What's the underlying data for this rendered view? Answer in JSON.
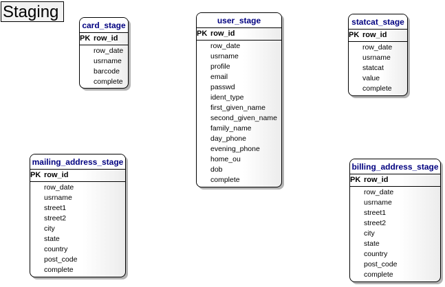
{
  "title": "Staging",
  "pk_label": "PK",
  "entities": [
    {
      "id": "card_stage",
      "name": "card_stage",
      "primary_key": "row_id",
      "fields": [
        "row_date",
        "usrname",
        "barcode",
        "complete"
      ]
    },
    {
      "id": "user_stage",
      "name": "user_stage",
      "primary_key": "row_id",
      "fields": [
        "row_date",
        "usrname",
        "profile",
        "email",
        "passwd",
        "ident_type",
        "first_given_name",
        "second_given_name",
        "family_name",
        "day_phone",
        "evening_phone",
        "home_ou",
        "dob",
        "complete"
      ]
    },
    {
      "id": "statcat_stage",
      "name": "statcat_stage",
      "primary_key": "row_id",
      "fields": [
        "row_date",
        "usrname",
        "statcat",
        "value",
        "complete"
      ]
    },
    {
      "id": "mailing_address_stage",
      "name": "mailing_address_stage",
      "primary_key": "row_id",
      "fields": [
        "row_date",
        "usrname",
        "street1",
        "street2",
        "city",
        "state",
        "country",
        "post_code",
        "complete"
      ]
    },
    {
      "id": "billing_address_stage",
      "name": "billing_address_stage",
      "primary_key": "row_id",
      "fields": [
        "row_date",
        "usrname",
        "street1",
        "street2",
        "city",
        "state",
        "country",
        "post_code",
        "complete"
      ]
    }
  ],
  "colors": {
    "entity_name": "#000080",
    "text": "#000000",
    "shadow": "#b3b3b3",
    "title_background": "#f2f2f2"
  }
}
